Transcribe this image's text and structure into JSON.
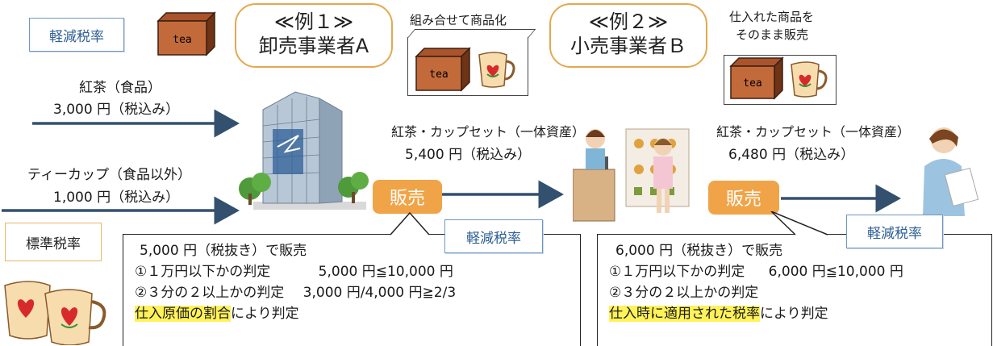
{
  "labels": {
    "reduced_rate": "軽減税率",
    "standard_rate": "標準税率",
    "tea": "tea"
  },
  "example1": {
    "line1": "≪例１≫",
    "line2": "卸売事業者A",
    "caption": "組み合せて商品化",
    "product_name": "紅茶・カップセット（一体資産）",
    "product_price": "5,400 円（税込み）",
    "sale": "販売",
    "callout": {
      "line1": "5,000 円（税抜き）で販売",
      "line2a": "①１万円以下かの判定",
      "line2b": "5,000 円≦10,000 円",
      "line3a": "②３分の２以上かの判定",
      "line3b": "3,000 円/4,000 円≧2/3",
      "line4_highlight": "仕入原価の割合",
      "line4_rest": "により判定"
    }
  },
  "example2": {
    "line1": "≪例２≫",
    "line2": "小売事業者Ｂ",
    "caption_line1": "仕入れた商品を",
    "caption_line2": "そのまま販売",
    "product_name": "紅茶・カップセット（一体資産）",
    "product_price": "6,480 円（税込み）",
    "sale": "販売",
    "callout": {
      "line1": "6,000 円（税抜き）で販売",
      "line2a": "①１万円以下かの判定",
      "line2b": "6,000 円≦10,000 円",
      "line3a": "②３分の２以上かの判定",
      "line4_highlight": "仕入時に適用された税率",
      "line4_rest": "により判定"
    }
  },
  "inputs": {
    "tea_name": "紅茶（食品）",
    "tea_price": "3,000 円（税込み）",
    "cup_name": "ティーカップ（食品以外）",
    "cup_price": "1,000 円（税込み）"
  }
}
